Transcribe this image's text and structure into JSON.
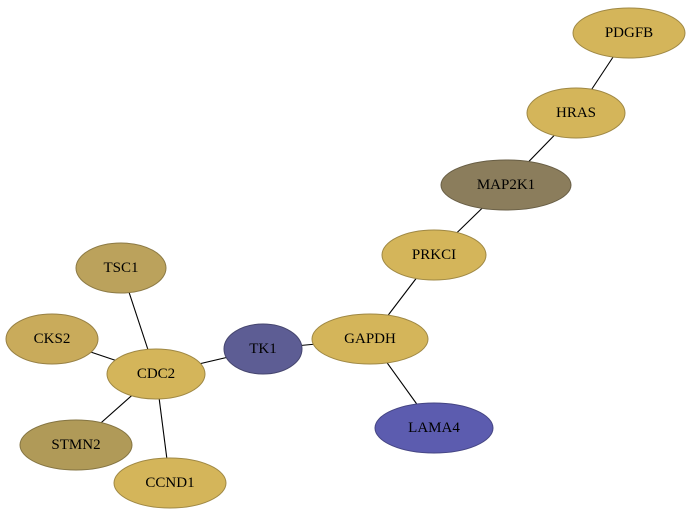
{
  "network": {
    "nodes": [
      {
        "id": "PDGFB",
        "label": "PDGFB",
        "color": "#d4b55a"
      },
      {
        "id": "HRAS",
        "label": "HRAS",
        "color": "#d4b55a"
      },
      {
        "id": "MAP2K1",
        "label": "MAP2K1",
        "color": "#8b7d5c"
      },
      {
        "id": "PRKCI",
        "label": "PRKCI",
        "color": "#d4b55a"
      },
      {
        "id": "TSC1",
        "label": "TSC1",
        "color": "#bba25c"
      },
      {
        "id": "CKS2",
        "label": "CKS2",
        "color": "#c9ab5b"
      },
      {
        "id": "CDC2",
        "label": "CDC2",
        "color": "#d4b55a"
      },
      {
        "id": "TK1",
        "label": "TK1",
        "color": "#5d5d94"
      },
      {
        "id": "GAPDH",
        "label": "GAPDH",
        "color": "#d4b55a"
      },
      {
        "id": "STMN2",
        "label": "STMN2",
        "color": "#b09a58"
      },
      {
        "id": "LAMA4",
        "label": "LAMA4",
        "color": "#5c5caf"
      },
      {
        "id": "CCND1",
        "label": "CCND1",
        "color": "#d4b55a"
      }
    ],
    "edges": [
      [
        "PDGFB",
        "HRAS"
      ],
      [
        "HRAS",
        "MAP2K1"
      ],
      [
        "MAP2K1",
        "PRKCI"
      ],
      [
        "PRKCI",
        "GAPDH"
      ],
      [
        "GAPDH",
        "LAMA4"
      ],
      [
        "GAPDH",
        "TK1"
      ],
      [
        "TK1",
        "CDC2"
      ],
      [
        "TSC1",
        "CDC2"
      ],
      [
        "CKS2",
        "CDC2"
      ],
      [
        "STMN2",
        "CDC2"
      ],
      [
        "CCND1",
        "CDC2"
      ]
    ]
  }
}
